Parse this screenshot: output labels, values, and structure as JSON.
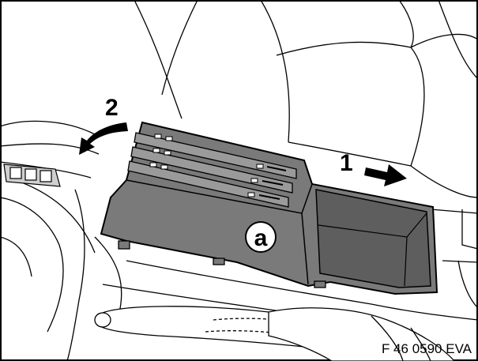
{
  "colors": {
    "line": "#000000",
    "tray_fill": "#7a7a7a",
    "tray_dark": "#5e5e5e",
    "slot_fill": "#9a9a9a",
    "background": "#ffffff"
  },
  "annotations": {
    "step_1": "1",
    "step_2": "2",
    "part_label": "a"
  },
  "figure_id": "F 46 0590 EVA",
  "icons": {
    "slide_arrow": "right-arrow-icon",
    "tilt_arrow": "curved-arrow-icon"
  }
}
